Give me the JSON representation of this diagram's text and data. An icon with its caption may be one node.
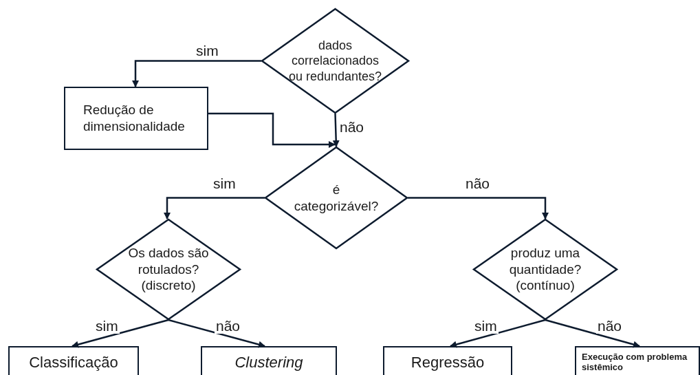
{
  "diagram": {
    "nodes": [
      {
        "text": [
          "dados correlacionados ou redundantes?"
        ]
      },
      {
        "text": [
          "Redução de dimensionalidade"
        ]
      },
      {
        "text": [
          "é categorizável?"
        ]
      },
      {
        "text": [
          "Os dados são rotulados? (discreto)"
        ]
      },
      {
        "text": [
          "produz uma quantidade? (contínuo)"
        ]
      },
      {
        "text": [
          "Classificação"
        ]
      },
      {
        "text": [
          "Clustering"
        ]
      },
      {
        "text": [
          "Regressão"
        ]
      },
      {
        "text": [
          "Execução com problema sistêmico"
        ]
      }
    ],
    "edges": [
      {
        "from": 0,
        "to": 1,
        "arrow": "to",
        "label": "sim"
      },
      {
        "from": 0,
        "to": 2,
        "arrow": "to",
        "label": "não"
      },
      {
        "from": 1,
        "to": 2,
        "arrow": "to"
      },
      {
        "from": 2,
        "to": 3,
        "arrow": "to",
        "label": "sim"
      },
      {
        "from": 2,
        "to": 4,
        "arrow": "to",
        "label": "não"
      },
      {
        "from": 3,
        "to": 5,
        "arrow": "to",
        "label": "sim"
      },
      {
        "from": 3,
        "to": 6,
        "arrow": "to",
        "label": "não"
      },
      {
        "from": 4,
        "to": 7,
        "arrow": "to",
        "label": "sim"
      },
      {
        "from": 4,
        "to": 8,
        "arrow": "to",
        "label": "não"
      }
    ]
  }
}
